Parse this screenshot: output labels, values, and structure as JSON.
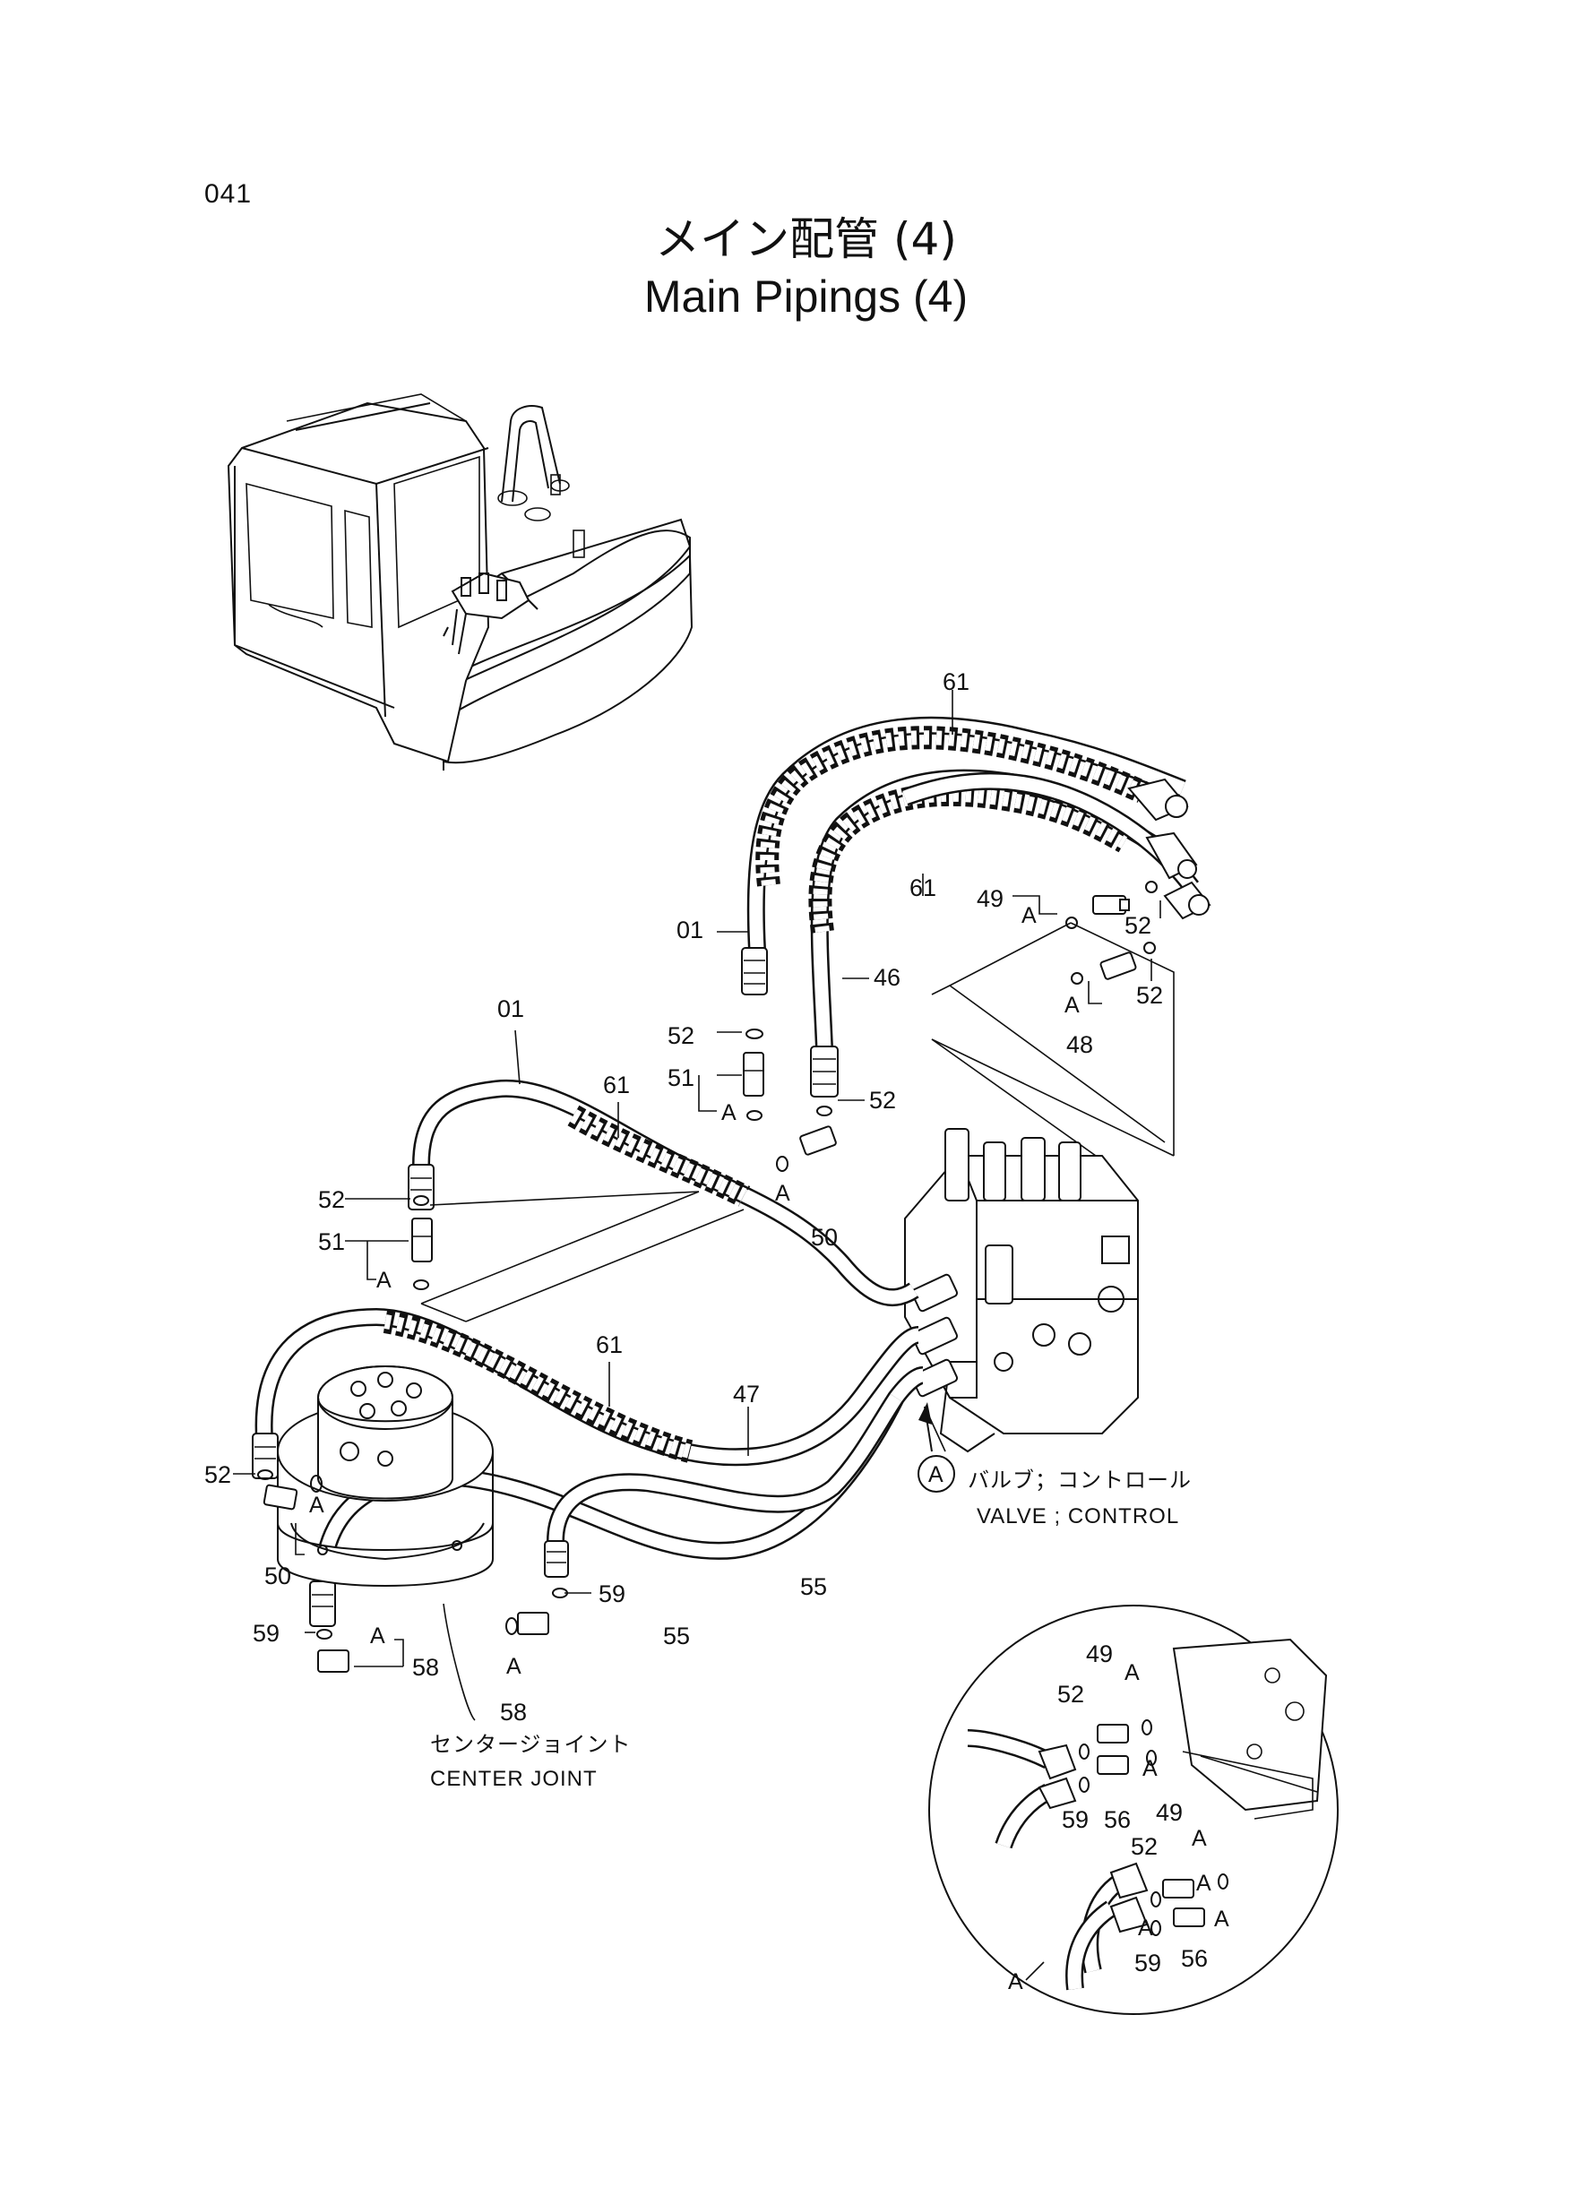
{
  "page": {
    "number": "041",
    "title_jp": "メイン配管 (4)",
    "title_en": "Main Pipings (4)"
  },
  "captions": {
    "valve_jp": "バルブ；コントロール",
    "valve_en": "VALVE ; CONTROL",
    "center_jp": "センタージョイント",
    "center_en": "CENTER JOINT"
  },
  "markers": {
    "view_circle": "A",
    "detail_view": "A",
    "arrow_a": "A"
  },
  "part_labels": [
    "61",
    "61",
    "49",
    "52",
    "52",
    "01",
    "46",
    "48",
    "01",
    "52",
    "61",
    "51",
    "52",
    "50",
    "52",
    "51",
    "61",
    "47",
    "52",
    "50",
    "59",
    "55",
    "55",
    "59",
    "58",
    "58",
    "49",
    "52",
    "59",
    "56",
    "49",
    "52",
    "59",
    "56"
  ],
  "ref_a_labels": [
    "A",
    "A",
    "A",
    "A",
    "A",
    "A",
    "A",
    "A",
    "A",
    "A",
    "A",
    "A",
    "A",
    "A"
  ]
}
